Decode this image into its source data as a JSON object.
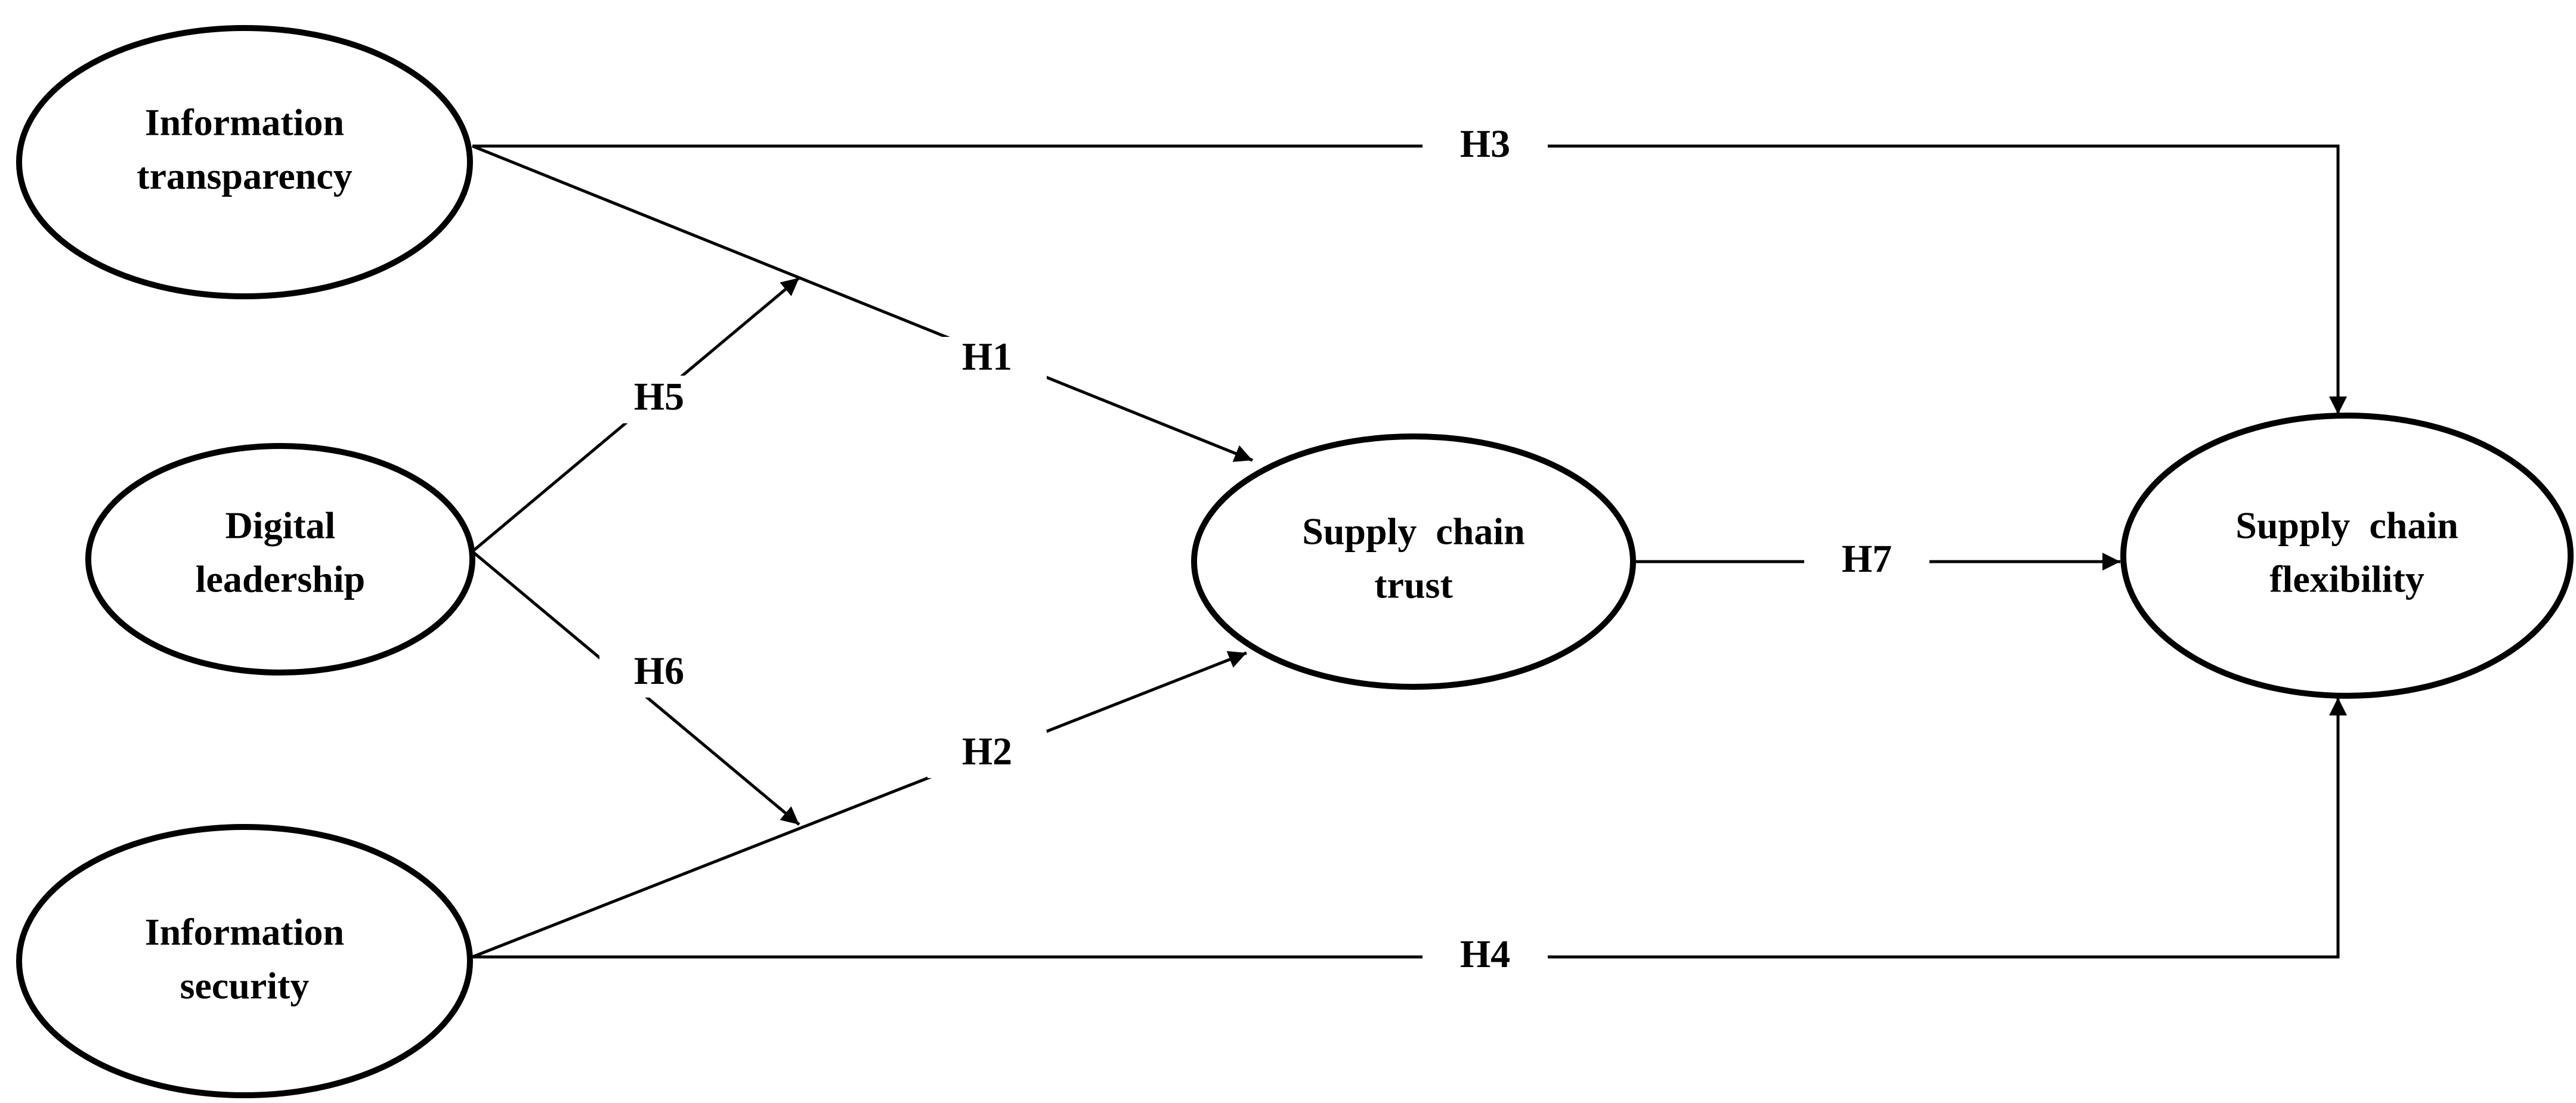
{
  "colors": {
    "stroke": "#000000",
    "background": "#ffffff"
  },
  "nodes": {
    "information_transparency": {
      "line1": "Information",
      "line2": "transparency"
    },
    "digital_leadership": {
      "line1": "Digital",
      "line2": "leadership"
    },
    "information_security": {
      "line1": "Information",
      "line2": "security"
    },
    "supply_chain_trust": {
      "line1": "Supply  chain",
      "line2": "trust"
    },
    "supply_chain_flexibility": {
      "line1": "Supply  chain",
      "line2": "flexibility"
    }
  },
  "edges": {
    "h1": {
      "label": "H1",
      "from": "Information transparency",
      "to": "Supply chain trust"
    },
    "h2": {
      "label": "H2",
      "from": "Information security",
      "to": "Supply chain trust"
    },
    "h3": {
      "label": "H3",
      "from": "Information transparency",
      "to": "Supply chain flexibility"
    },
    "h4": {
      "label": "H4",
      "from": "Information security",
      "to": "Supply chain flexibility"
    },
    "h5": {
      "label": "H5",
      "from": "Digital leadership",
      "to": "H1 path"
    },
    "h6": {
      "label": "H6",
      "from": "Digital leadership",
      "to": "H2 path"
    },
    "h7": {
      "label": "H7",
      "from": "Supply chain trust",
      "to": "Supply chain flexibility"
    }
  }
}
